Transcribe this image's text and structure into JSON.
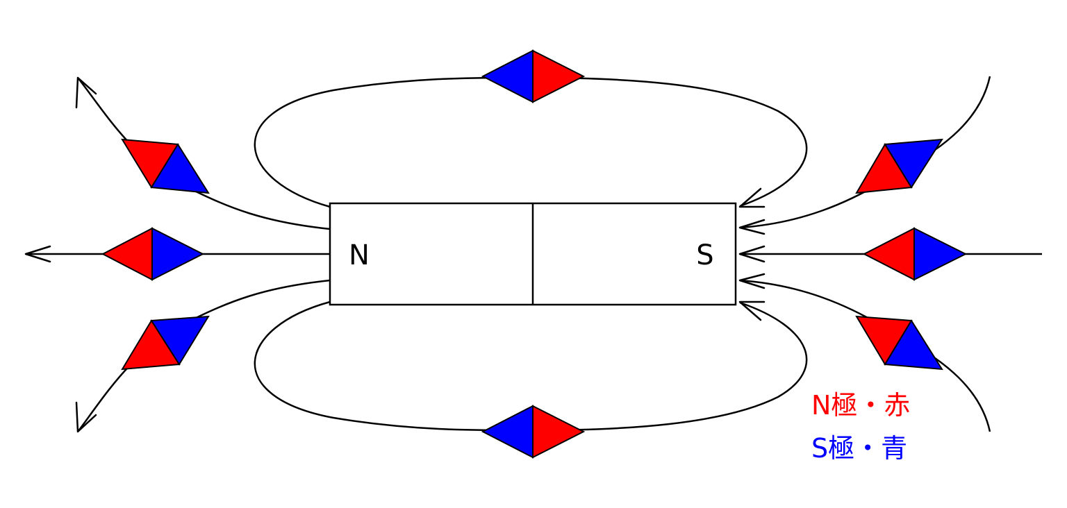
{
  "magnet": {
    "left_pole": "N",
    "right_pole": "S"
  },
  "legend": {
    "north_label": "N極・赤",
    "south_label": "S極・青"
  },
  "colors": {
    "north": "#ff0000",
    "south": "#0000ff",
    "line": "#000000",
    "background": "#ffffff"
  }
}
